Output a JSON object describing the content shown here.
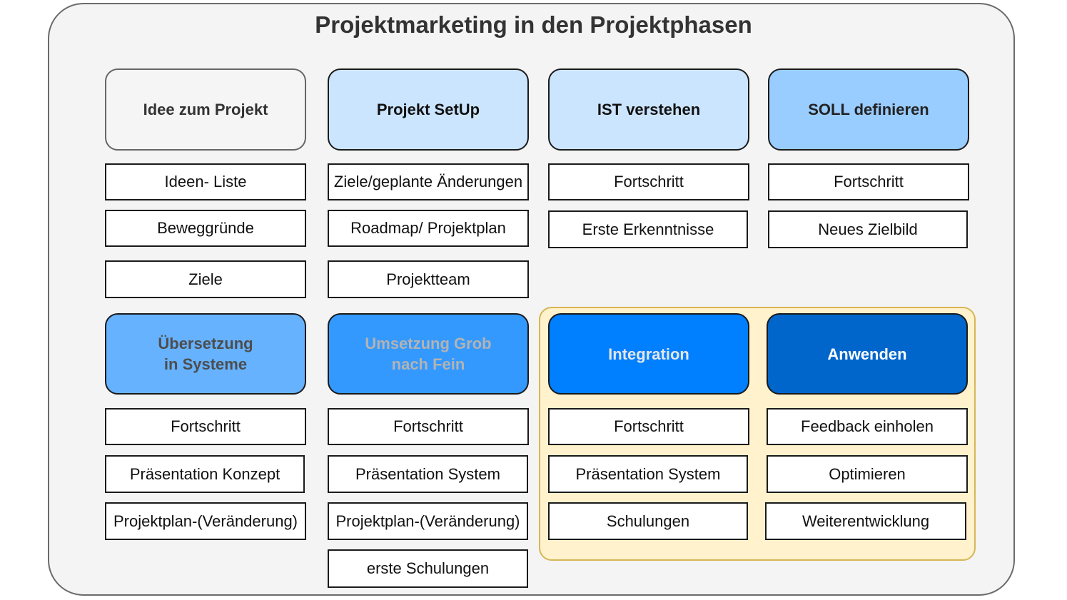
{
  "title": "Projektmarketing in den Projektphasen",
  "colors": {
    "canvas_bg": "#f4f4f4",
    "highlight_bg": "#fff2cc",
    "highlight_border": "#d6b656"
  },
  "phases": [
    {
      "label": "Idee zum Projekt",
      "fill": "#f5f5f5",
      "text_color": "#333333",
      "border": "#666666"
    },
    {
      "label": "Projekt SetUp",
      "fill": "#cce5ff",
      "text_color": "#111111",
      "border": "#1a1a1a"
    },
    {
      "label": "IST verstehen",
      "fill": "#cce5ff",
      "text_color": "#111111",
      "border": "#1a1a1a"
    },
    {
      "label": "SOLL definieren",
      "fill": "#99ccff",
      "text_color": "#222222",
      "border": "#1a1a1a"
    },
    {
      "label": "Übersetzung\nin Systeme",
      "fill": "#66b2ff",
      "text_color": "#4d4d4d",
      "border": "#1a1a1a"
    },
    {
      "label": "Umsetzung Grob\nnach Fein",
      "fill": "#3399ff",
      "text_color": "#b3b3b3",
      "border": "#1a1a1a"
    },
    {
      "label": "Integration",
      "fill": "#007fff",
      "text_color": "#e6e6e6",
      "border": "#1a1a1a"
    },
    {
      "label": "Anwenden",
      "fill": "#0066cc",
      "text_color": "#ffffff",
      "border": "#1a1a1a"
    }
  ],
  "items": [
    [
      "Ideen- Liste",
      "Beweggründe",
      "Ziele"
    ],
    [
      "Ziele/geplante Änderungen",
      "Roadmap/ Projektplan",
      "Projektteam"
    ],
    [
      "Fortschritt",
      "Erste Erkenntnisse"
    ],
    [
      "Fortschritt",
      "Neues Zielbild"
    ],
    [
      "Fortschritt",
      "Präsentation Konzept",
      "Projektplan-(Veränderung)"
    ],
    [
      "Fortschritt",
      "Präsentation System",
      "Projektplan-(Veränderung)",
      "erste Schulungen"
    ],
    [
      "Fortschritt",
      "Präsentation System",
      "Schulungen"
    ],
    [
      "Feedback einholen",
      "Optimieren",
      "Weiterentwicklung"
    ]
  ]
}
